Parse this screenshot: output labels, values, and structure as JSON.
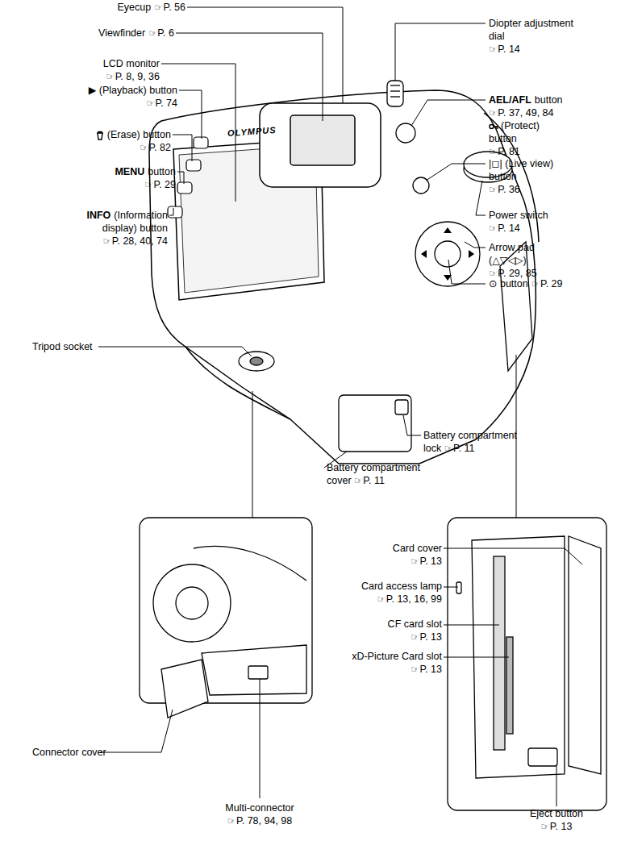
{
  "diagram": {
    "labels": [
      "Eyecup",
      "☞P. 56",
      "Viewfinder",
      "☞P. 6",
      "LCD monitor",
      "☞P. 8, 9, 36",
      "▶ (Playback) button",
      "☞P. 74",
      "(Erase) button",
      "☞P. 82",
      "MENU",
      "button",
      "☞P. 29",
      "INFO",
      "(Information",
      "display) button",
      "☞P. 28, 40, 74",
      "Tripod socket",
      "Diopter adjustment",
      "dial",
      "☞P. 14",
      "AEL/AFL",
      "button",
      "☞P. 37, 49, 84",
      "(Protect)",
      "button",
      "☞P. 81",
      "|◻| (Live view)",
      "button",
      "☞P. 36",
      "Power switch",
      "☞P. 14",
      "Arrow pad",
      "(△▽◁▷)",
      "☞P. 29, 85",
      "⊙ button",
      "☞P. 29",
      "Battery compartment",
      "lock ☞P. 11",
      "Battery compartment",
      "cover ☞P. 11",
      "Connector cover",
      "Multi-connector",
      "☞P. 78, 94, 98",
      "Card cover",
      "☞P. 13",
      "Card access lamp",
      "☞P. 13, 16, 99",
      "CF card slot",
      "☞P. 13",
      "xD-Picture Card slot",
      "☞P. 13",
      "Eject button",
      "☞P. 13",
      "OLYMPUS"
    ]
  }
}
